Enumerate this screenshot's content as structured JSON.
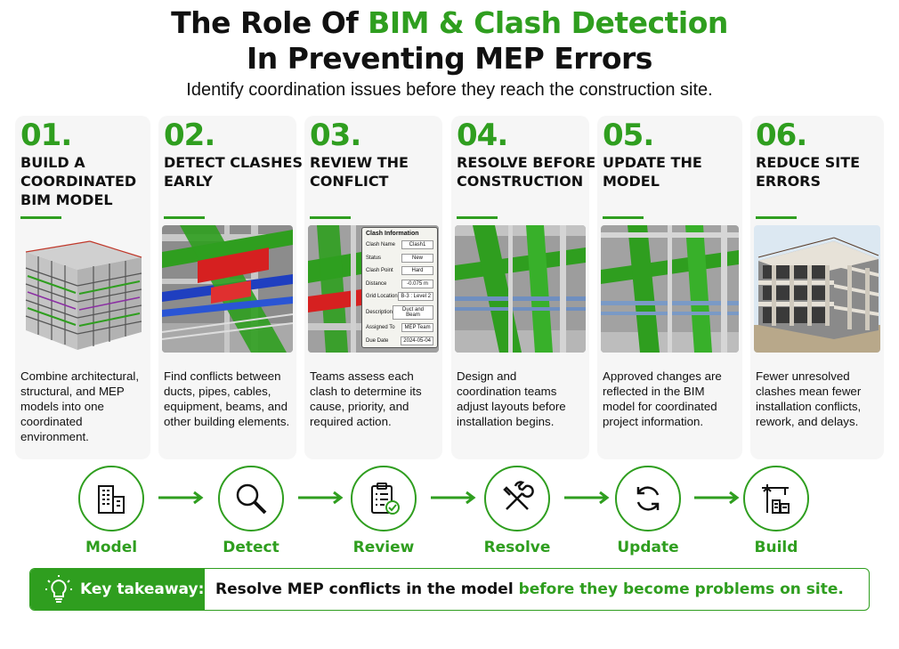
{
  "title": {
    "line1_prefix": "The Role Of ",
    "line1_highlight": "BIM & Clash Detection",
    "line2": "In Preventing MEP Errors"
  },
  "subtitle": "Identify coordination issues before they reach the construction site.",
  "cards": [
    {
      "num": "01.",
      "heading": "BUILD A COORDINATED BIM MODEL",
      "image": "bim-building-model",
      "description": "Combine architectural, structural, and MEP models into one coordinated environment."
    },
    {
      "num": "02.",
      "heading": "DETECT CLASHES EARLY",
      "image": "clash-ducts-pipes",
      "description": "Find conflicts between ducts, pipes, cables, equipment, beams, and other building elements."
    },
    {
      "num": "03.",
      "heading": "REVIEW THE CONFLICT",
      "image": "clash-information-panel",
      "description": "Teams assess each clash to determine its cause, priority, and required action."
    },
    {
      "num": "04.",
      "heading": "RESOLVE BEFORE CONSTRUCTION",
      "image": "resolved-ducts",
      "description": "Design and coordination teams adjust layouts before installation begins."
    },
    {
      "num": "05.",
      "heading": "UPDATE THE MODEL",
      "image": "updated-model",
      "description": "Approved changes are reflected in the BIM model for coordinated project information."
    },
    {
      "num": "06.",
      "heading": "REDUCE SITE ERRORS",
      "image": "construction-site-photo",
      "description": "Fewer unresolved clashes mean fewer installation conflicts, rework, and delays."
    }
  ],
  "clash_panel": {
    "title": "Clash Information",
    "rows": [
      {
        "key": "Clash Name",
        "value": "Clash1"
      },
      {
        "key": "Status",
        "value": "New"
      },
      {
        "key": "Clash Point",
        "value": "Hard"
      },
      {
        "key": "Distance",
        "value": "-0.075 m"
      },
      {
        "key": "Grid Location",
        "value": "B-3 : Level 2"
      },
      {
        "key": "Description",
        "value": "Duct and Beam"
      },
      {
        "key": "Assigned To",
        "value": "MEP Team"
      },
      {
        "key": "Due Date",
        "value": "2024-05-04"
      }
    ]
  },
  "steps": [
    {
      "label": "Model",
      "icon": "buildings-icon"
    },
    {
      "label": "Detect",
      "icon": "magnifier-icon"
    },
    {
      "label": "Review",
      "icon": "clipboard-check-icon"
    },
    {
      "label": "Resolve",
      "icon": "wrench-screwdriver-icon"
    },
    {
      "label": "Update",
      "icon": "refresh-icon"
    },
    {
      "label": "Build",
      "icon": "crane-icon"
    }
  ],
  "takeaway": {
    "icon": "lightbulb-icon",
    "label": "Key takeaway:",
    "message_prefix": "Resolve MEP conflicts in the model ",
    "message_highlight": "before they become problems on site."
  },
  "colors": {
    "accent": "#2f9e1f",
    "card_bg": "#f6f6f6"
  }
}
